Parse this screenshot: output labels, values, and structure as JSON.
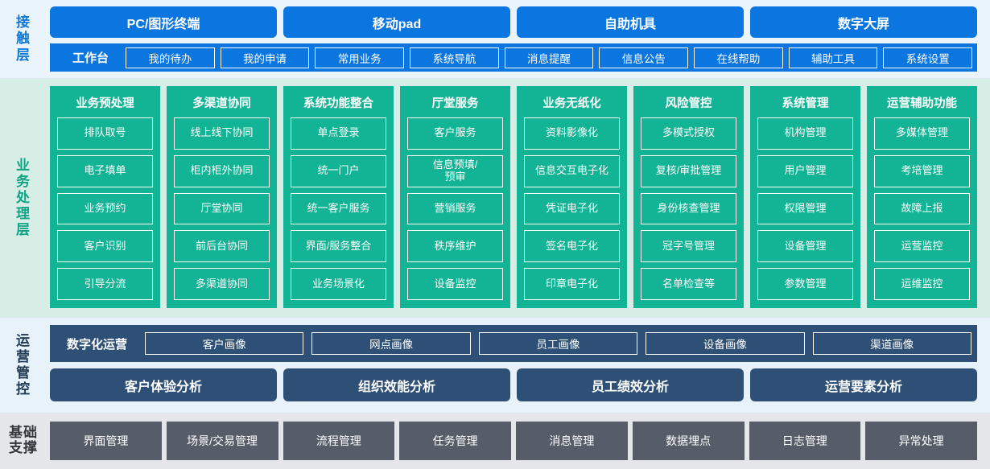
{
  "layers": {
    "contact": {
      "label": "接触层",
      "channels": [
        "PC/图形终端",
        "移动pad",
        "自助机具",
        "数字大屏"
      ],
      "nav_title": "工作台",
      "nav_items": [
        "我的待办",
        "我的申请",
        "常用业务",
        "系统导航",
        "消息提醒",
        "信息公告",
        "在线帮助",
        "辅助工具",
        "系统设置"
      ]
    },
    "business": {
      "label": "业务处理层",
      "columns": [
        {
          "title": "业务预处理",
          "items": [
            "排队取号",
            "电子填单",
            "业务预约",
            "客户识别",
            "引导分流"
          ]
        },
        {
          "title": "多渠道协同",
          "items": [
            "线上线下协同",
            "柜内柜外协同",
            "厅堂协同",
            "前后台协同",
            "多渠道协同"
          ]
        },
        {
          "title": "系统功能整合",
          "items": [
            "单点登录",
            "统一门户",
            "统一客户服务",
            "界面/服务整合",
            "业务场景化"
          ]
        },
        {
          "title": "厅堂服务",
          "items": [
            "客户服务",
            "信息预填/\n预审",
            "营销服务",
            "秩序维护",
            "设备监控"
          ]
        },
        {
          "title": "业务无纸化",
          "items": [
            "资料影像化",
            "信息交互电子化",
            "凭证电子化",
            "签名电子化",
            "印章电子化"
          ]
        },
        {
          "title": "风险管控",
          "items": [
            "多模式授权",
            "复核/审批管理",
            "身份核查管理",
            "冠字号管理",
            "名单检查等"
          ]
        },
        {
          "title": "系统管理",
          "items": [
            "机构管理",
            "用户管理",
            "权限管理",
            "设备管理",
            "参数管理"
          ]
        },
        {
          "title": "运营辅助功能",
          "items": [
            "多媒体管理",
            "考培管理",
            "故障上报",
            "运营监控",
            "运维监控"
          ]
        }
      ]
    },
    "operations": {
      "label": "运营管控",
      "bar_title": "数字化运营",
      "chips": [
        "客户画像",
        "网点画像",
        "员工画像",
        "设备画像",
        "渠道画像"
      ],
      "analyses": [
        "客户体验分析",
        "组织效能分析",
        "员工绩效分析",
        "运营要素分析"
      ]
    },
    "base": {
      "label": "基础支撑",
      "items": [
        "界面管理",
        "场景/交易管理",
        "流程管理",
        "任务管理",
        "消息管理",
        "数据埋点",
        "日志管理",
        "异常处理"
      ]
    }
  },
  "colors": {
    "contact_bg": "#eaf4fd",
    "contact_accent": "#0b75e0",
    "business_bg": "#d6eee6",
    "business_accent": "#13b395",
    "operations_bg": "#e7f2fb",
    "operations_accent": "#2e5076",
    "base_bg": "#e4e6e9",
    "base_accent": "#565d68"
  }
}
